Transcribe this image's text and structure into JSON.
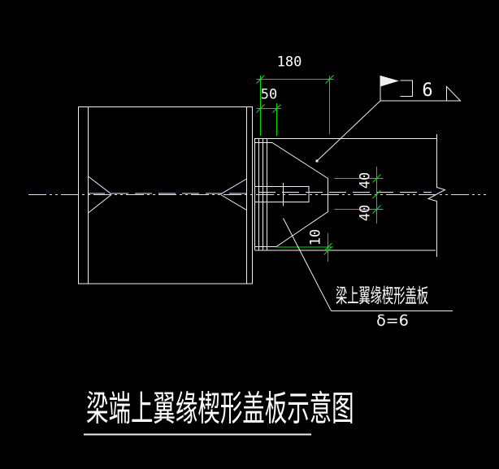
{
  "drawing": {
    "background": "#000000",
    "colors": {
      "structure_line": "#efefef",
      "dimension_line": "#00dd00",
      "centerline": "#ffff00",
      "text": "#ffffff"
    },
    "dimensions": {
      "total_length": "180",
      "start_offset": "50",
      "upper_half_width": "40",
      "lower_half_width": "40",
      "edge_inset": "10"
    },
    "weld": {
      "size": "6"
    },
    "callout": {
      "name": "梁上翼缘楔形盖板",
      "thickness": "δ=6"
    },
    "title": "梁端上翼缘楔形盖板示意图"
  }
}
